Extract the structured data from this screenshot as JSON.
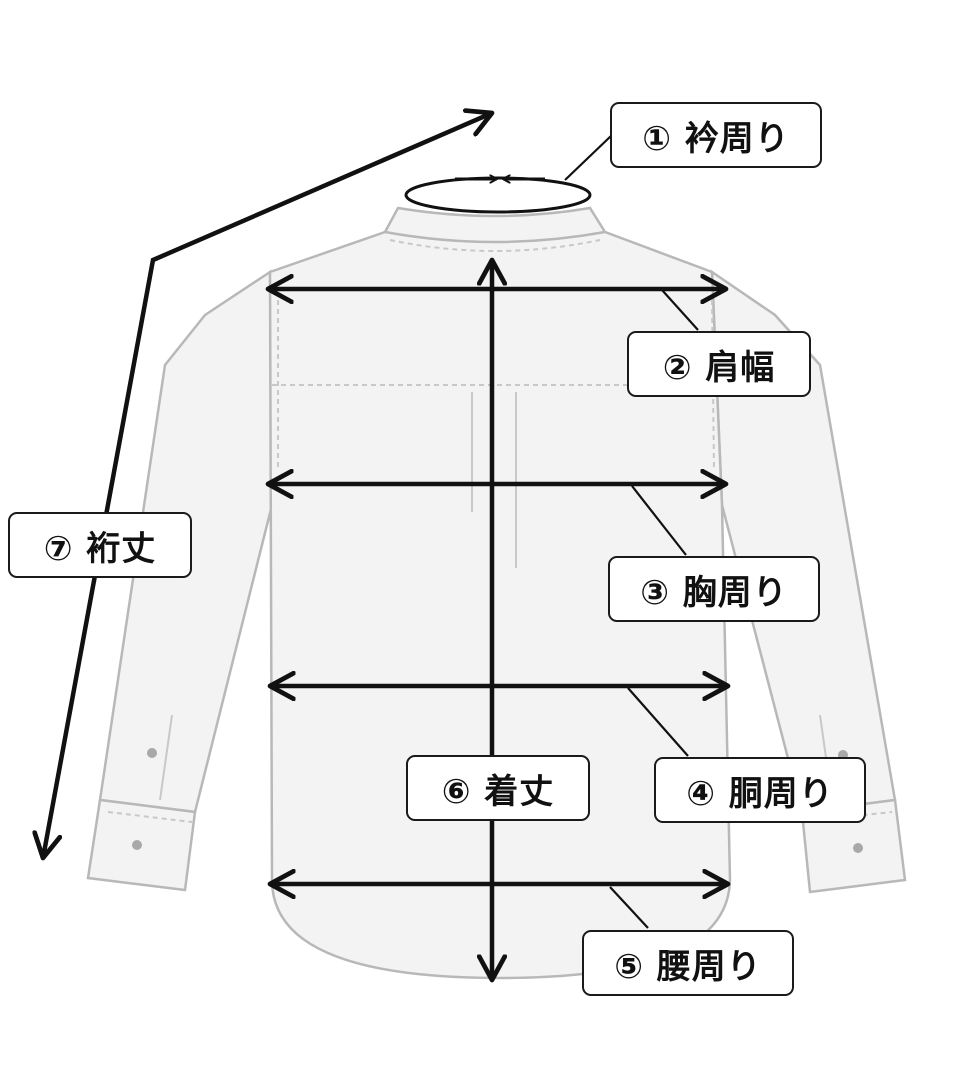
{
  "labels": {
    "collar": "① 衿周り",
    "shoulder": "② 肩幅",
    "chest": "③ 胸周り",
    "waist": "④ 胴周り",
    "hip": "⑤ 腰周り",
    "length": "⑥ 着丈",
    "sleeve": "⑦ 裄丈"
  },
  "colors": {
    "line": "#111111",
    "shirt_fill": "#f3f3f3",
    "shirt_stroke": "#b8b8b8"
  }
}
